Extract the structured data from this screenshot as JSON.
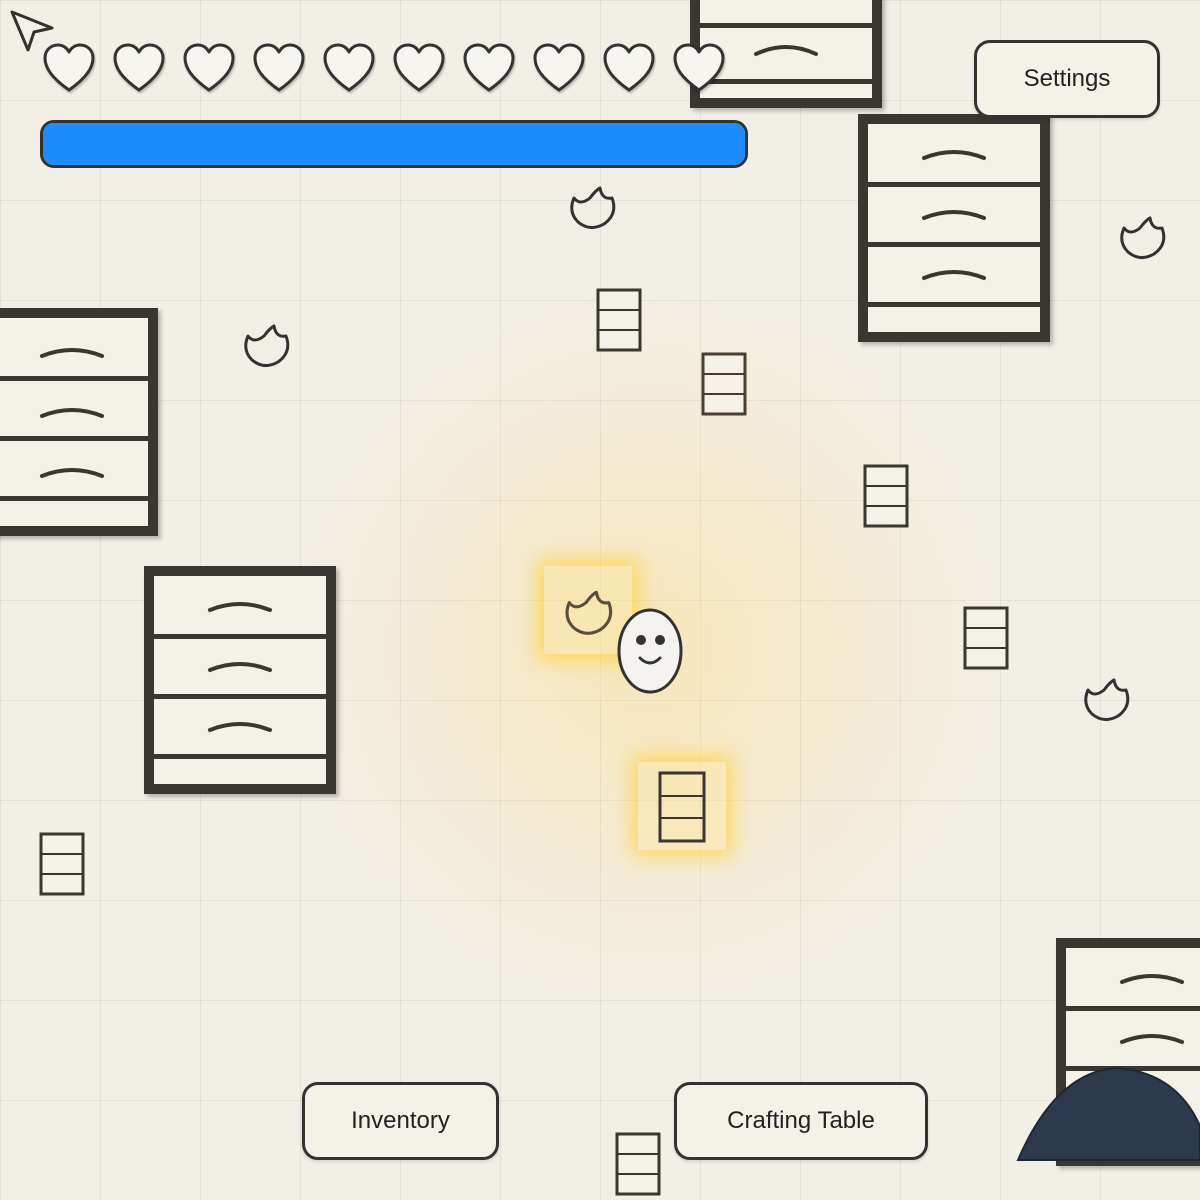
{
  "hud": {
    "hearts": {
      "count": 10,
      "filled": 10,
      "icon": "heart-icon"
    },
    "health": {
      "fraction": 1.0,
      "color": "#1e8cff"
    },
    "settings_label": "Settings"
  },
  "toolbar": {
    "inventory_label": "Inventory",
    "crafting_label": "Crafting Table"
  },
  "world": {
    "player": {
      "icon": "player-face-icon"
    },
    "cabinet_icon": "drawer-cabinet-icon",
    "crate_icon": "crate-icon",
    "acorn_icon": "acorn-icon",
    "highlighted_items": [
      "acorn-icon",
      "crate-icon"
    ],
    "dark_mound_color": "#2d3a4d"
  }
}
